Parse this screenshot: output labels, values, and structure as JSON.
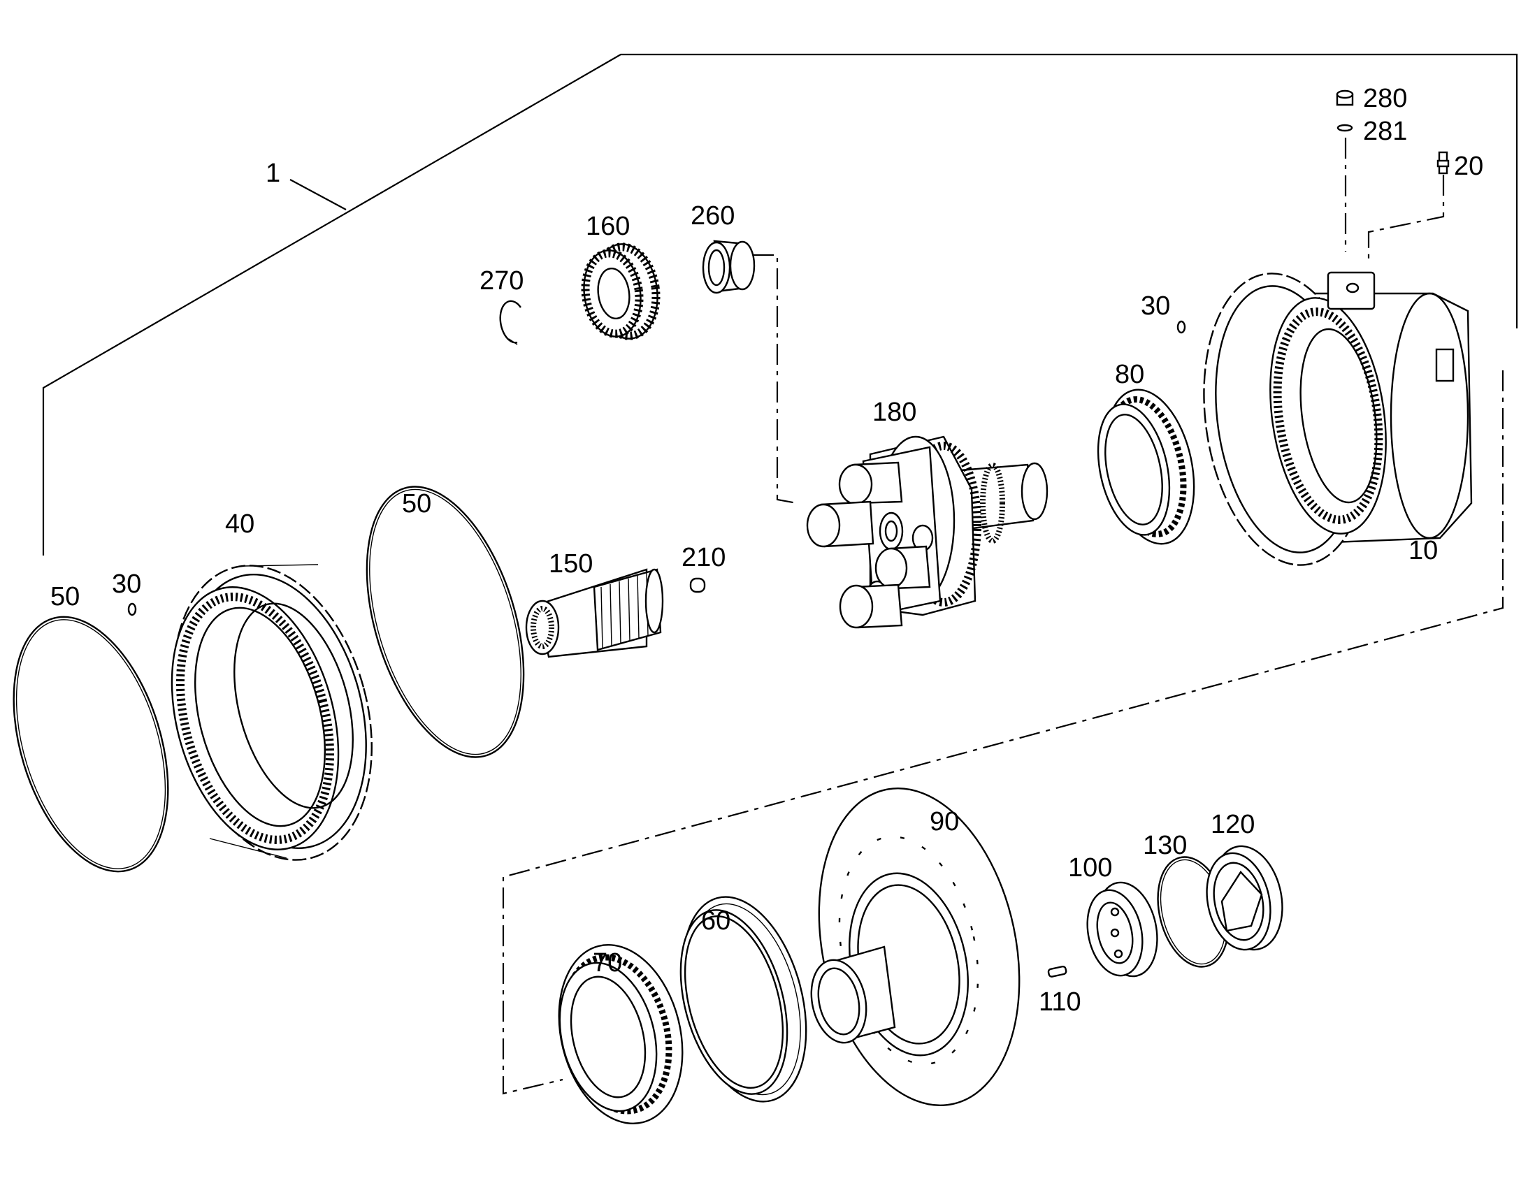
{
  "callouts": {
    "c1": "1",
    "c10": "10",
    "c20": "20",
    "c30_left": "30",
    "c30_right": "30",
    "c40": "40",
    "c50_left": "50",
    "c50_mid": "50",
    "c60": "60",
    "c70": "70",
    "c80": "80",
    "c90": "90",
    "c100": "100",
    "c110": "110",
    "c120": "120",
    "c130": "130",
    "c150": "150",
    "c160": "160",
    "c180": "180",
    "c210": "210",
    "c260": "260",
    "c270": "270",
    "c280": "280",
    "c281": "281"
  }
}
